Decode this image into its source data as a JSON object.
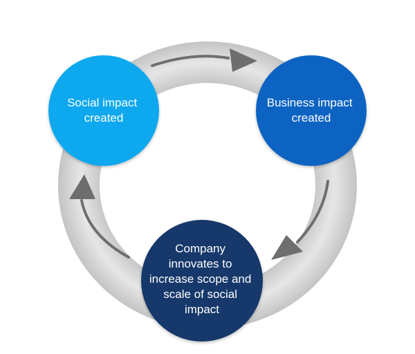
{
  "diagram": {
    "nodes": [
      {
        "id": "social",
        "lines": [
          "Social impact",
          "created"
        ],
        "color": "#0fa8ee"
      },
      {
        "id": "business",
        "lines": [
          "Business impact",
          "created"
        ],
        "color": "#0a64c2"
      },
      {
        "id": "company",
        "lines": [
          "Company",
          "innovates to",
          "increase scope and",
          "scale of social",
          "impact"
        ],
        "color": "#14376a"
      }
    ],
    "ring_color": "#dcdcdc",
    "arrow_color": "#6e6e6e"
  }
}
